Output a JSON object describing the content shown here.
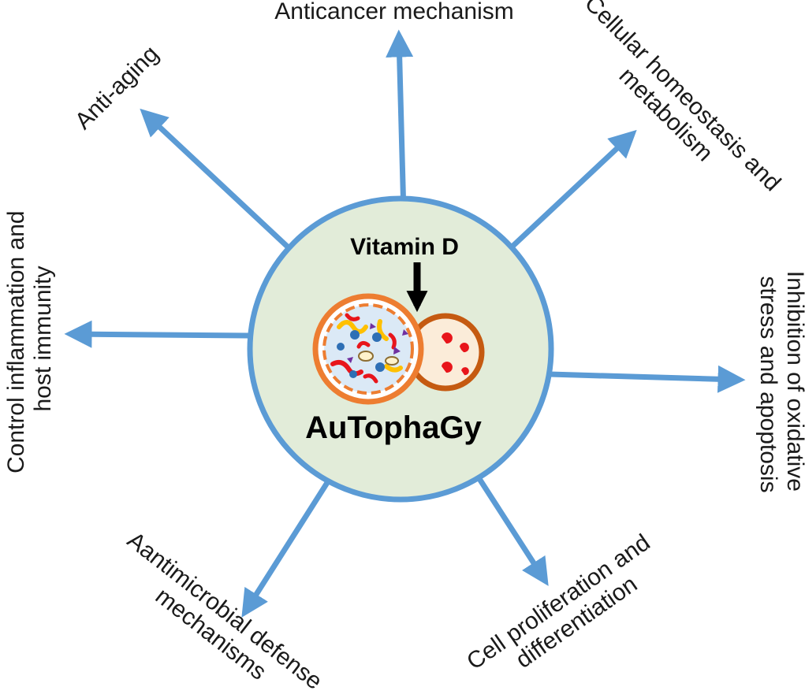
{
  "diagram": {
    "center": {
      "trigger": "Vitamin D",
      "process": "AuTophaGy"
    },
    "outcomes": {
      "anticancer": "Anticancer mechanism",
      "cellular_homeostasis": [
        "Cellular homeostasis and",
        "metabolism"
      ],
      "inhibition_oxidative": [
        "Inhibition of oxidative",
        "stress and apoptosis"
      ],
      "cell_proliferation": [
        "Cell proliferation and",
        "differentiation"
      ],
      "antimicrobial": [
        "Aantimicrobial defense",
        "mechanisms"
      ],
      "control_inflammation": [
        "Control inflammation and",
        "host immunity"
      ],
      "anti_aging": "Anti-aging"
    },
    "colors": {
      "arrow": "#5b9bd5",
      "circle_fill": "#e2ecd9",
      "circle_stroke": "#5b9bd5",
      "autophagosome_ring": "#ed7d31",
      "lysosome_ring": "#c55a11",
      "text": "#1a1a1a"
    }
  }
}
